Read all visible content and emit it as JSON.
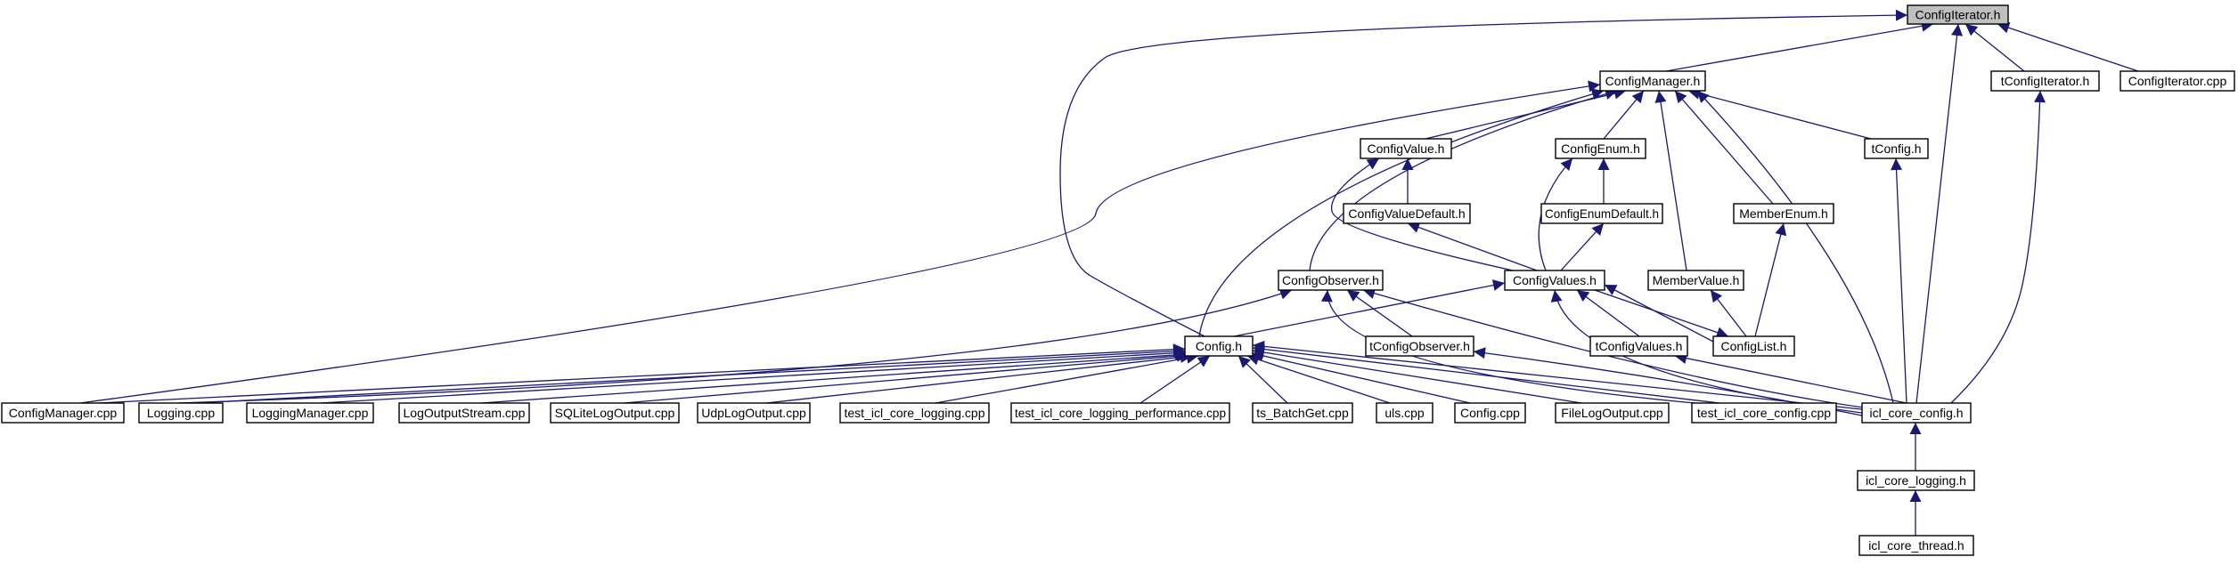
{
  "graph": {
    "colors": {
      "edge": "#191970",
      "node_fill": "#ffffff",
      "root_fill": "#bfbfbf",
      "border": "#000000"
    },
    "nodes": [
      {
        "id": "ConfigIterator.h",
        "label": "ConfigIterator.h",
        "root": true
      },
      {
        "id": "ConfigManager.h",
        "label": "ConfigManager.h"
      },
      {
        "id": "tConfigIterator.h",
        "label": "tConfigIterator.h"
      },
      {
        "id": "ConfigIterator.cpp",
        "label": "ConfigIterator.cpp"
      },
      {
        "id": "ConfigValue.h",
        "label": "ConfigValue.h"
      },
      {
        "id": "ConfigEnum.h",
        "label": "ConfigEnum.h"
      },
      {
        "id": "tConfig.h",
        "label": "tConfig.h"
      },
      {
        "id": "ConfigValueDefault.h",
        "label": "ConfigValueDefault.h"
      },
      {
        "id": "ConfigEnumDefault.h",
        "label": "ConfigEnumDefault.h"
      },
      {
        "id": "MemberEnum.h",
        "label": "MemberEnum.h"
      },
      {
        "id": "ConfigObserver.h",
        "label": "ConfigObserver.h"
      },
      {
        "id": "ConfigValues.h",
        "label": "ConfigValues.h"
      },
      {
        "id": "MemberValue.h",
        "label": "MemberValue.h"
      },
      {
        "id": "Config.h",
        "label": "Config.h"
      },
      {
        "id": "tConfigObserver.h",
        "label": "tConfigObserver.h"
      },
      {
        "id": "tConfigValues.h",
        "label": "tConfigValues.h"
      },
      {
        "id": "ConfigList.h",
        "label": "ConfigList.h"
      },
      {
        "id": "ConfigManager.cpp",
        "label": "ConfigManager.cpp"
      },
      {
        "id": "Logging.cpp",
        "label": "Logging.cpp"
      },
      {
        "id": "LoggingManager.cpp",
        "label": "LoggingManager.cpp"
      },
      {
        "id": "LogOutputStream.cpp",
        "label": "LogOutputStream.cpp"
      },
      {
        "id": "SQLiteLogOutput.cpp",
        "label": "SQLiteLogOutput.cpp"
      },
      {
        "id": "UdpLogOutput.cpp",
        "label": "UdpLogOutput.cpp"
      },
      {
        "id": "test_icl_core_logging.cpp",
        "label": "test_icl_core_logging.cpp"
      },
      {
        "id": "test_icl_core_logging_performance.cpp",
        "label": "test_icl_core_logging_performance.cpp"
      },
      {
        "id": "ts_BatchGet.cpp",
        "label": "ts_BatchGet.cpp"
      },
      {
        "id": "uls.cpp",
        "label": "uls.cpp"
      },
      {
        "id": "Config.cpp",
        "label": "Config.cpp"
      },
      {
        "id": "FileLogOutput.cpp",
        "label": "FileLogOutput.cpp"
      },
      {
        "id": "test_icl_core_config.cpp",
        "label": "test_icl_core_config.cpp"
      },
      {
        "id": "icl_core_config.h",
        "label": "icl_core_config.h"
      },
      {
        "id": "icl_core_logging.h",
        "label": "icl_core_logging.h"
      },
      {
        "id": "icl_core_thread.h",
        "label": "icl_core_thread.h"
      }
    ],
    "edges": [
      {
        "from": "ConfigManager.h",
        "to": "ConfigIterator.h"
      },
      {
        "from": "tConfigIterator.h",
        "to": "ConfigIterator.h"
      },
      {
        "from": "ConfigIterator.cpp",
        "to": "ConfigIterator.h"
      },
      {
        "from": "Config.h",
        "to": "ConfigIterator.h"
      },
      {
        "from": "icl_core_config.h",
        "to": "ConfigIterator.h"
      },
      {
        "from": "ConfigValue.h",
        "to": "ConfigManager.h"
      },
      {
        "from": "ConfigEnum.h",
        "to": "ConfigManager.h"
      },
      {
        "from": "tConfig.h",
        "to": "ConfigManager.h"
      },
      {
        "from": "MemberEnum.h",
        "to": "ConfigManager.h"
      },
      {
        "from": "MemberValue.h",
        "to": "ConfigManager.h"
      },
      {
        "from": "ConfigObserver.h",
        "to": "ConfigManager.h"
      },
      {
        "from": "Config.h",
        "to": "ConfigManager.h"
      },
      {
        "from": "ConfigManager.cpp",
        "to": "ConfigManager.h"
      },
      {
        "from": "icl_core_config.h",
        "to": "ConfigManager.h"
      },
      {
        "from": "icl_core_config.h",
        "to": "tConfigIterator.h"
      },
      {
        "from": "ConfigValueDefault.h",
        "to": "ConfigValue.h"
      },
      {
        "from": "ConfigValues.h",
        "to": "ConfigValue.h"
      },
      {
        "from": "ConfigEnumDefault.h",
        "to": "ConfigEnum.h"
      },
      {
        "from": "ConfigValues.h",
        "to": "ConfigEnum.h"
      },
      {
        "from": "icl_core_config.h",
        "to": "tConfig.h"
      },
      {
        "from": "ConfigValues.h",
        "to": "ConfigValueDefault.h"
      },
      {
        "from": "ConfigValues.h",
        "to": "ConfigEnumDefault.h"
      },
      {
        "from": "ConfigList.h",
        "to": "MemberEnum.h"
      },
      {
        "from": "tConfigObserver.h",
        "to": "ConfigObserver.h"
      },
      {
        "from": "Logging.cpp",
        "to": "ConfigObserver.h"
      },
      {
        "from": "icl_core_config.h",
        "to": "ConfigObserver.h"
      },
      {
        "from": "test_icl_core_config.cpp",
        "to": "ConfigObserver.h"
      },
      {
        "from": "Config.h",
        "to": "ConfigValues.h"
      },
      {
        "from": "tConfigValues.h",
        "to": "ConfigValues.h"
      },
      {
        "from": "ConfigList.h",
        "to": "ConfigValues.h"
      },
      {
        "from": "icl_core_config.h",
        "to": "ConfigValues.h"
      },
      {
        "from": "ConfigValues.h",
        "to": "ConfigList.h"
      },
      {
        "from": "ConfigList.h",
        "to": "MemberValue.h"
      },
      {
        "from": "icl_core_config.h",
        "to": "tConfigValues.h"
      },
      {
        "from": "icl_core_config.h",
        "to": "tConfigObserver.h"
      },
      {
        "from": "ConfigManager.cpp",
        "to": "Config.h"
      },
      {
        "from": "Logging.cpp",
        "to": "Config.h"
      },
      {
        "from": "LoggingManager.cpp",
        "to": "Config.h"
      },
      {
        "from": "LogOutputStream.cpp",
        "to": "Config.h"
      },
      {
        "from": "SQLiteLogOutput.cpp",
        "to": "Config.h"
      },
      {
        "from": "UdpLogOutput.cpp",
        "to": "Config.h"
      },
      {
        "from": "test_icl_core_logging.cpp",
        "to": "Config.h"
      },
      {
        "from": "test_icl_core_logging_performance.cpp",
        "to": "Config.h"
      },
      {
        "from": "ts_BatchGet.cpp",
        "to": "Config.h"
      },
      {
        "from": "uls.cpp",
        "to": "Config.h"
      },
      {
        "from": "Config.cpp",
        "to": "Config.h"
      },
      {
        "from": "FileLogOutput.cpp",
        "to": "Config.h"
      },
      {
        "from": "test_icl_core_config.cpp",
        "to": "Config.h"
      },
      {
        "from": "icl_core_config.h",
        "to": "Config.h"
      },
      {
        "from": "icl_core_logging.h",
        "to": "icl_core_config.h"
      },
      {
        "from": "icl_core_thread.h",
        "to": "icl_core_logging.h"
      }
    ]
  }
}
